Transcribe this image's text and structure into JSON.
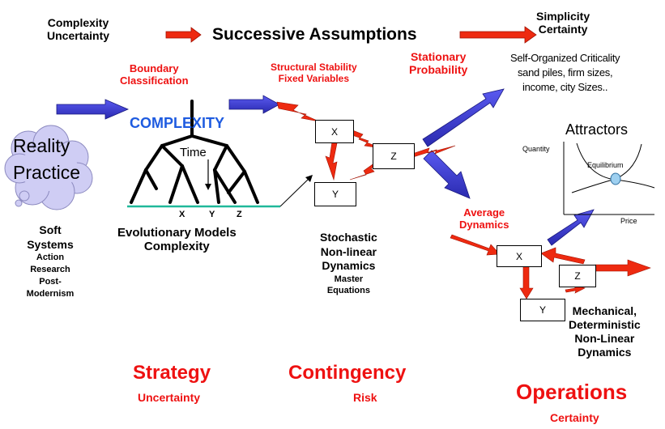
{
  "colors": {
    "red_text": "#ee1111",
    "blue_text": "#1e5be0",
    "blue_arrow": "#3b3bd0",
    "red_arrow": "#ee2a10",
    "cloud": "#cfcdf4",
    "ground_line": "#20b89a",
    "equilibrium": "#9ed0f0"
  },
  "header": {
    "complexity_uncertainty": [
      "Complexity",
      "Uncertainty"
    ],
    "successive_assumptions": "Successive Assumptions",
    "simplicity_certainty": [
      "Simplicity",
      "Certainty"
    ]
  },
  "assumptions": {
    "boundary_classification": [
      "Boundary",
      "Classification"
    ],
    "structural_stability": [
      "Structural Stability",
      "Fixed Variables"
    ],
    "stationary_probability": [
      "Stationary",
      "Probability"
    ],
    "average_dynamics": [
      "Average",
      "Dynamics"
    ]
  },
  "soc": {
    "lines": [
      "Self-Organized Criticality",
      "sand piles, firm sizes,",
      "income, city Sizes.."
    ]
  },
  "complexity_label": "COMPLEXITY",
  "reality": {
    "line1": "Reality",
    "line2": "Practice"
  },
  "tree": {
    "time_label": "Time",
    "leaf_labels": [
      "X",
      "Y",
      "Z"
    ]
  },
  "evolutionary": [
    "Evolutionary Models",
    "Complexity"
  ],
  "soft_systems": {
    "title": [
      "Soft",
      "Systems"
    ],
    "sub": [
      "Action",
      "Research",
      "Post-",
      "Modernism"
    ]
  },
  "stochastic": {
    "title": [
      "Stochastic",
      "Non-linear",
      "Dynamics"
    ],
    "sub": [
      "Master",
      "Equations"
    ]
  },
  "boxes_mid": {
    "x": "X",
    "y": "Y",
    "z": "Z"
  },
  "boxes_right": {
    "x": "X",
    "y": "Y",
    "z": "Z"
  },
  "attractors": {
    "title": "Attractors",
    "y_axis_label": "Quantity",
    "x_axis_label": "Price",
    "point_label": "Equilibrium"
  },
  "mechanical": [
    "Mechanical,",
    "Deterministic",
    "Non-Linear",
    "Dynamics"
  ],
  "bottom": {
    "strategy": "Strategy",
    "uncertainty": "Uncertainty",
    "contingency": "Contingency",
    "risk": "Risk",
    "operations": "Operations",
    "certainty": "Certainty"
  }
}
